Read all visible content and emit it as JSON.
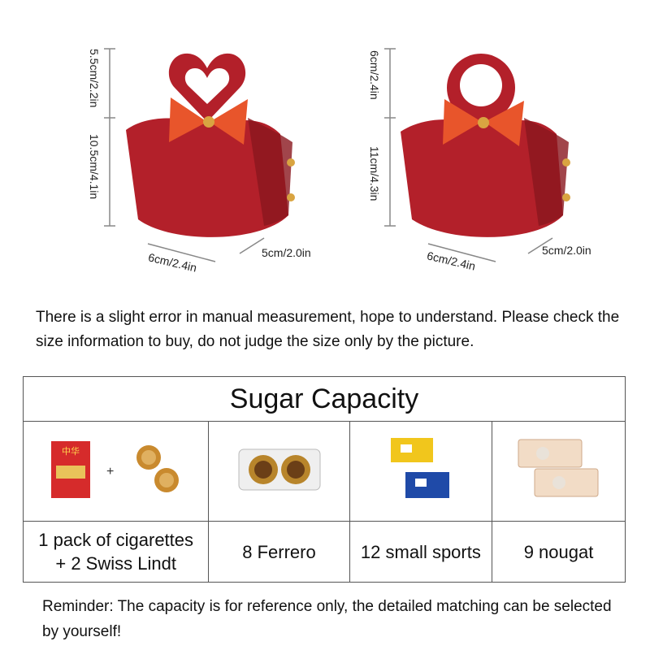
{
  "products": [
    {
      "handle": "heart",
      "handle_dim": "5.5cm/2.2in",
      "height_dim": "10.5cm/4.1in",
      "width_dim": "6cm/2.4in",
      "depth_dim": "5cm/2.0in"
    },
    {
      "handle": "round",
      "handle_dim": "6cm/2.4in",
      "height_dim": "11cm/4.3in",
      "width_dim": "6cm/2.4in",
      "depth_dim": "5cm/2.0in"
    }
  ],
  "colors": {
    "bag": "#b3202a",
    "bag_dark": "#8a161e",
    "bow": "#e8552b",
    "gold": "#d9a441"
  },
  "notice": "There is a slight error in manual measurement, hope to understand. Please check the size information to buy, do not judge the size only by the picture.",
  "capacity": {
    "title": "Sugar Capacity",
    "items": [
      {
        "label_line1": "1 pack of cigarettes",
        "label_line2": "+ 2 Swiss Lindt",
        "plus": "+",
        "pack_text": "中华"
      },
      {
        "label_line1": "8 Ferrero"
      },
      {
        "label_line1": "12 small sports"
      },
      {
        "label_line1": "9 nougat"
      }
    ]
  },
  "reminder": "Reminder: The capacity is for reference only, the detailed matching can be selected by yourself!"
}
